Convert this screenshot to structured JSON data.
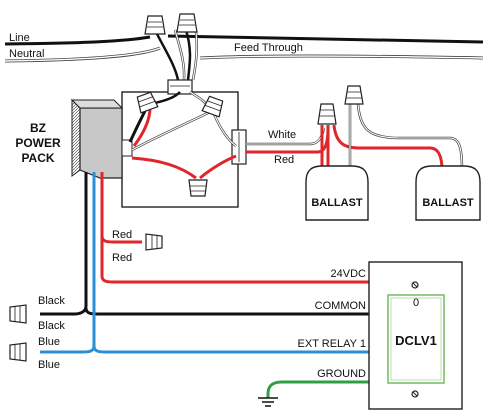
{
  "labels": {
    "line": "Line",
    "neutral": "Neutral",
    "feed_through": "Feed Through",
    "white": "White",
    "red": "Red",
    "bz_line1": "BZ",
    "bz_line2": "POWER",
    "bz_line3": "PACK",
    "ballast": "BALLAST",
    "red_upper": "Red",
    "red_lower": "Red",
    "vdc": "24VDC",
    "common": "COMMON",
    "ext_relay": "EXT RELAY 1",
    "ground": "GROUND",
    "black_upper": "Black",
    "black_lower": "Black",
    "blue_upper": "Blue",
    "blue_lower": "Blue",
    "device": "DCLV1",
    "switch_position": "0"
  },
  "colors": {
    "black_wire": "#111111",
    "red_wire": "#e0262b",
    "blue_wire": "#2a8fd6",
    "green_wire": "#2ea043",
    "white_wire": "#ffffff",
    "power_pack_fill": "#c8c8c8",
    "switch_border": "#7ac06a"
  }
}
